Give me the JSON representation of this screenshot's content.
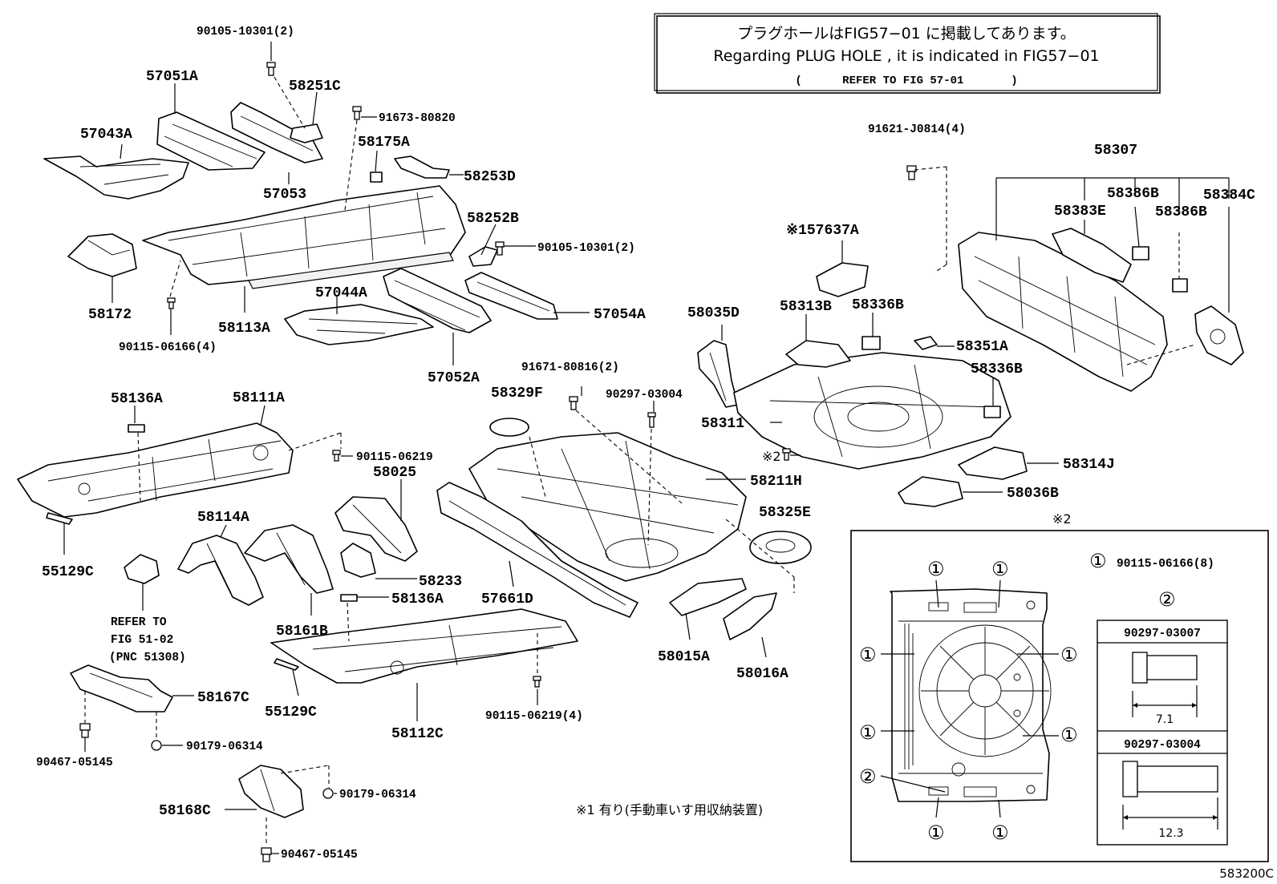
{
  "note": {
    "line1": "プラグホールはFIG57−01 に掲載してあります。",
    "line2": "Regarding PLUG HOLE , it is indicated in FIG57−01",
    "line3": "(      REFER TO FIG 57-01       )"
  },
  "part_labels": {
    "p_90105_10301_top": "90105-10301(2)",
    "p_57051A": "57051A",
    "p_58251C": "58251C",
    "p_57043A": "57043A",
    "p_91673_80820": "91673-80820",
    "p_58175A": "58175A",
    "p_58253D": "58253D",
    "p_57053": "57053",
    "p_58252B": "58252B",
    "p_90105_10301_mid": "90105-10301(2)",
    "p_58172": "58172",
    "p_58113A": "58113A",
    "p_90115_06166_4": "90115-06166(4)",
    "p_57044A": "57044A",
    "p_57054A": "57054A",
    "p_57052A": "57052A",
    "p_91621_J0814": "91621-J0814(4)",
    "p_58307": "58307",
    "p_58386B_a": "58386B",
    "p_58384C": "58384C",
    "p_58383E": "58383E",
    "p_58386B_b": "58386B",
    "p_57637A": "※157637A",
    "p_58035D": "58035D",
    "p_58313B": "58313B",
    "p_58336B_a": "58336B",
    "p_58351A": "58351A",
    "p_58336B_b": "58336B",
    "p_58311": "58311",
    "p_mark2_bolt": "※2",
    "p_58314J": "58314J",
    "p_58036B": "58036B",
    "p_91671_80816": "91671-80816(2)",
    "p_90297_03004": "90297-03004",
    "p_58329F": "58329F",
    "p_58211H": "58211H",
    "p_58325E": "58325E",
    "p_58136A_top": "58136A",
    "p_58111A": "58111A",
    "p_90115_06219": "90115-06219",
    "p_58025": "58025",
    "p_58114A": "58114A",
    "p_55129C_left": "55129C",
    "p_58161B": "58161B",
    "p_58233": "58233",
    "p_57661D": "57661D",
    "p_58015A": "58015A",
    "p_58016A": "58016A",
    "p_58136A_mid": "58136A",
    "p_55129C_mid": "55129C",
    "p_58112C": "58112C",
    "p_90115_06219_4": "90115-06219(4)",
    "p_58167C": "58167C",
    "p_90179_06314_a": "90179-06314",
    "p_90467_05145_a": "90467-05145",
    "p_90179_06314_b": "90179-06314",
    "p_58168C": "58168C",
    "p_90467_05145_b": "90467-05145"
  },
  "refer_note": {
    "line1": "REFER TO",
    "line2": "FIG 51-02",
    "line3": "(PNC 51308)"
  },
  "footnote": "※1 有り(手動車いす用収納装置)",
  "inset": {
    "mark": "※2",
    "legend_1_symbol": "①",
    "legend_1_part": "90115-06166(8)",
    "legend_2_symbol": "②",
    "circle_1": "①",
    "circle_2": "②",
    "box_a_part": "90297-03007",
    "box_a_dim": "7.1",
    "box_b_part": "90297-03004",
    "box_b_dim": "12.3"
  },
  "figure_code": "583200C"
}
